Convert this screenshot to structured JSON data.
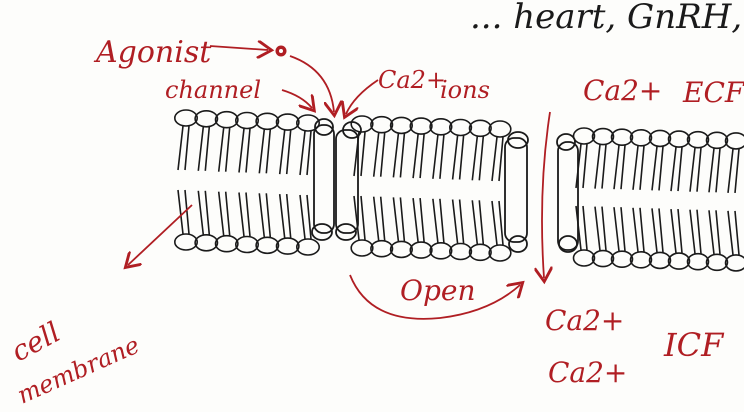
{
  "diagram": {
    "top_text": "... heart, GnRH,",
    "labels": {
      "agonist": "Agonist",
      "channel": "channel",
      "ca_ions_top": "Ca2+",
      "ions": "ions",
      "ca_ecf": "Ca2+",
      "ecf": "ECF",
      "open": "Open",
      "ca_icf_1": "Ca2+",
      "ca_icf_2": "Ca2+",
      "icf": "ICF",
      "cell": "cell",
      "membrane": "membrane"
    },
    "colors": {
      "annotation": "#b01e23",
      "ink": "#1a1a1a"
    }
  }
}
